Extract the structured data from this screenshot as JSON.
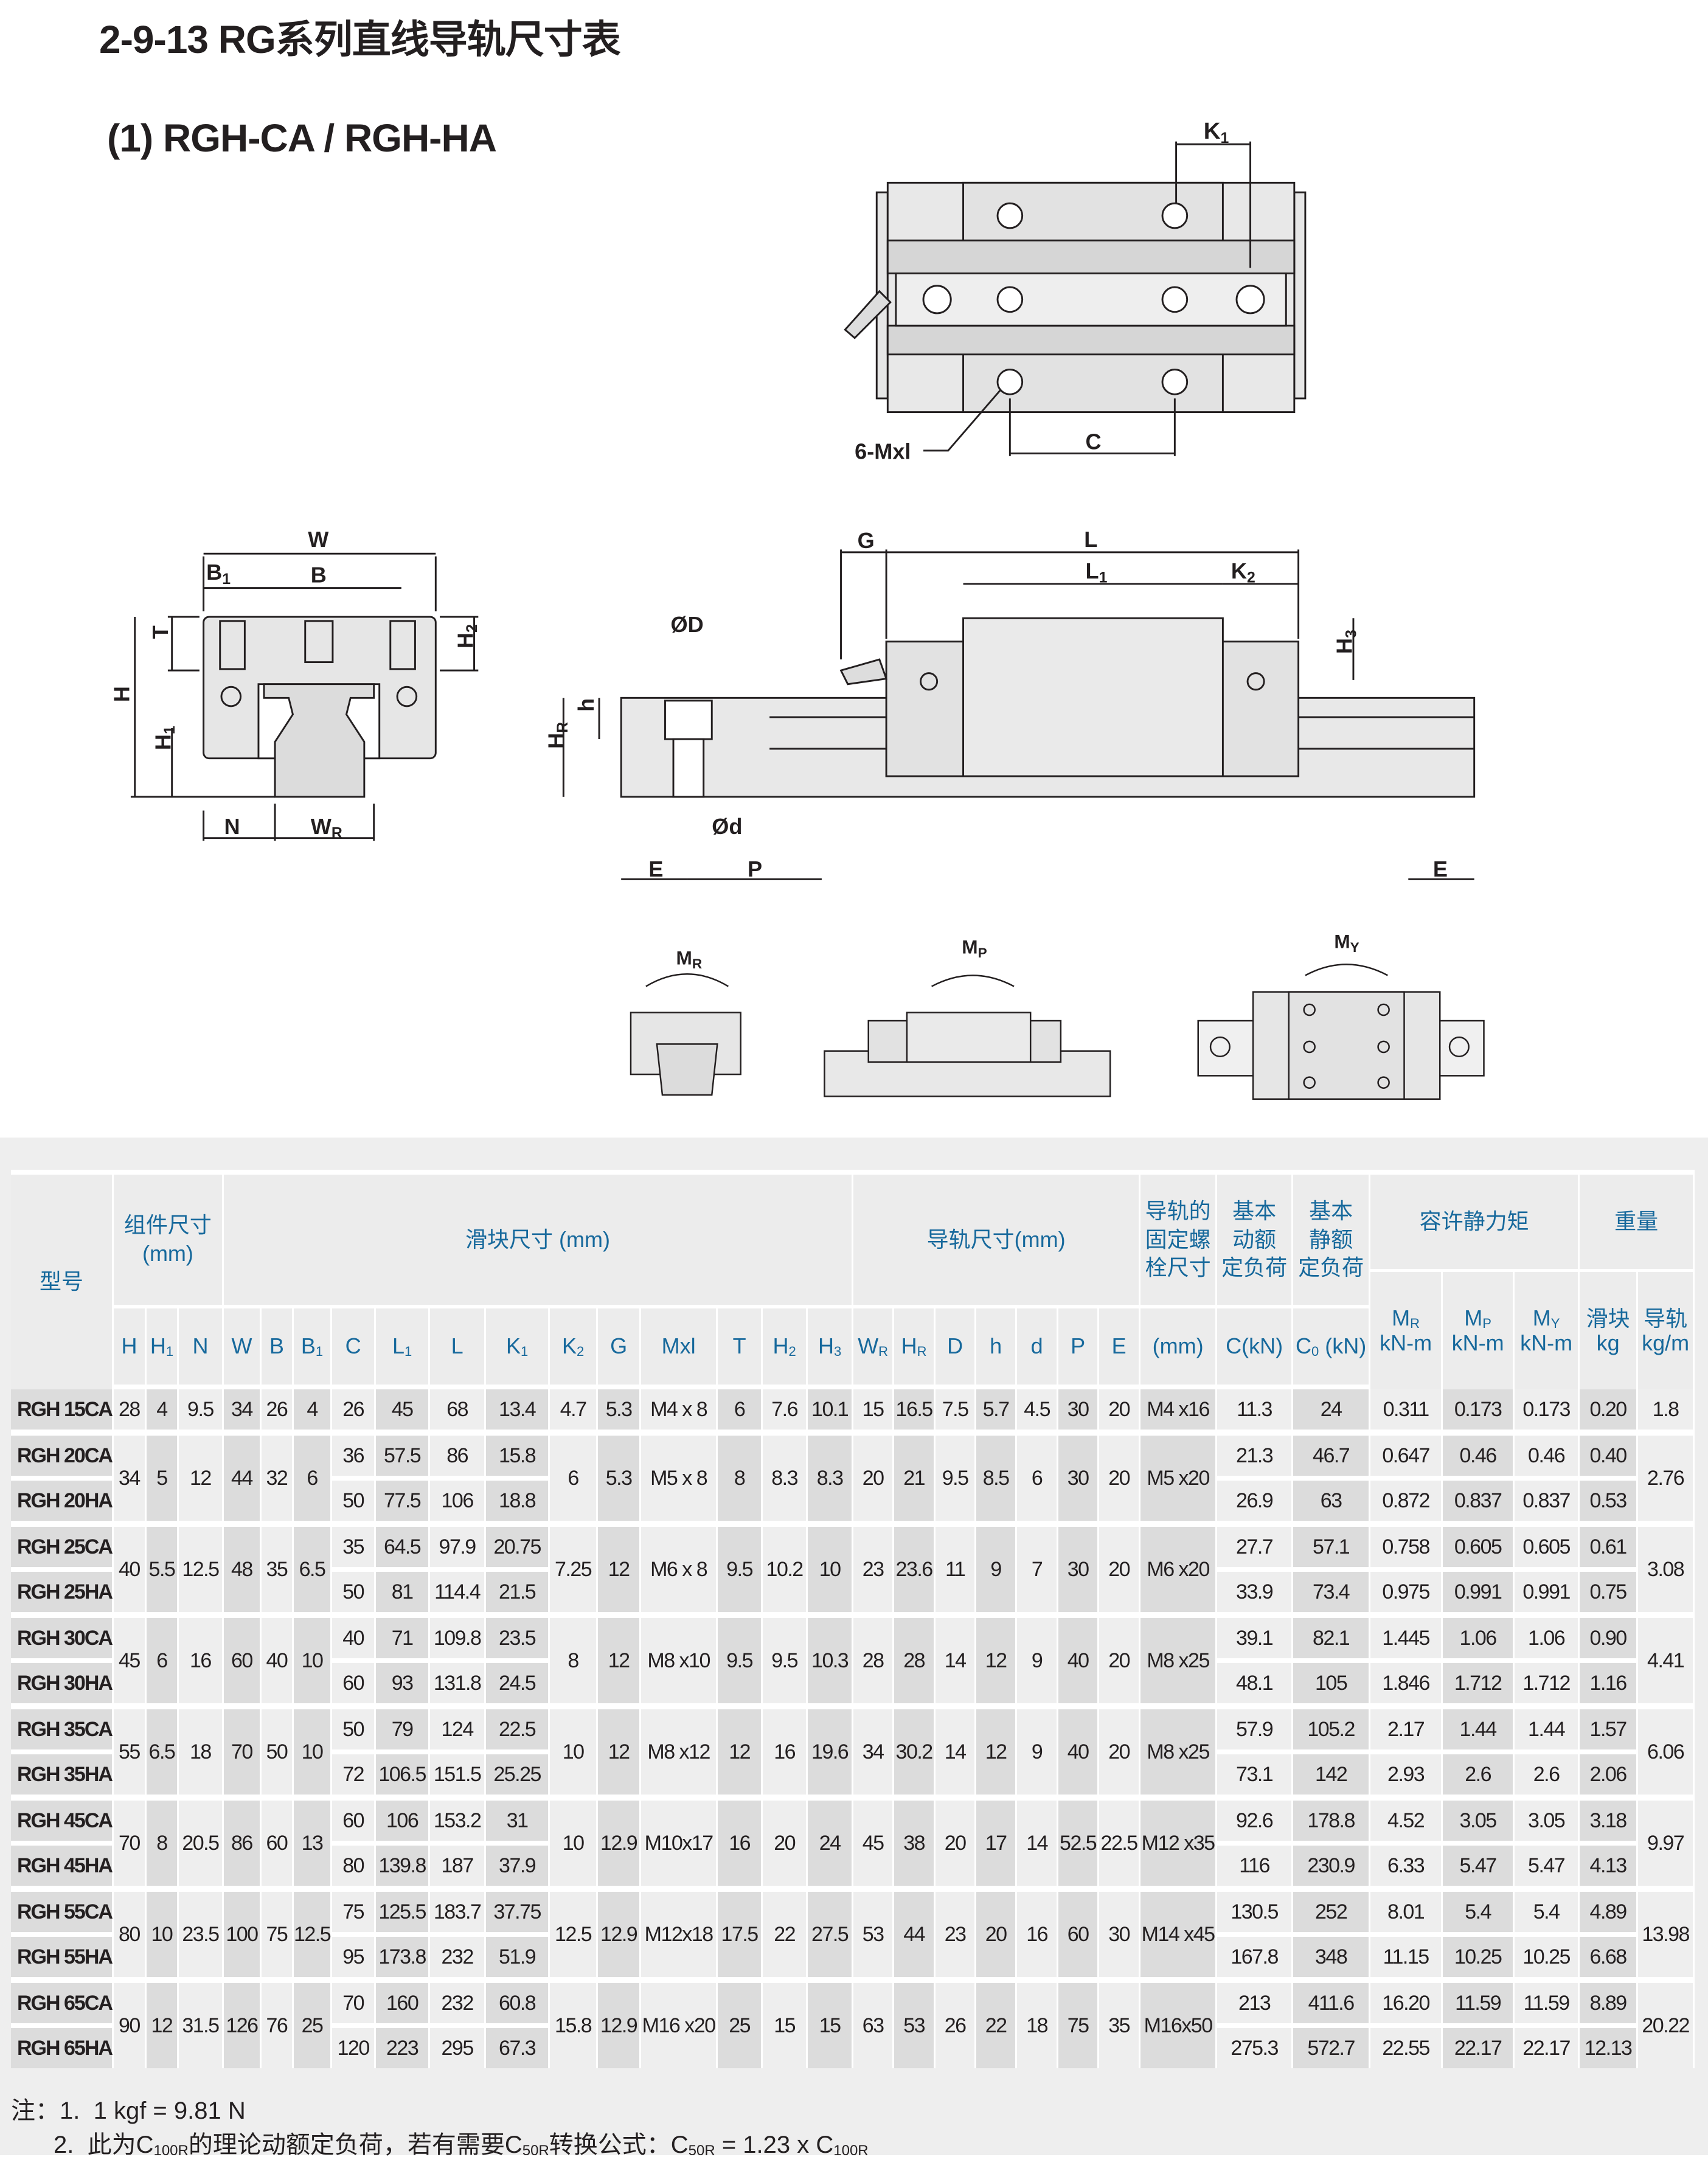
{
  "header": {
    "title": "2-9-13 RG系列直线导轨尺寸表",
    "subtitle": "(1) RGH-CA / RGH-HA"
  },
  "drawings": {
    "top_view": {
      "k1": "K",
      "k1_sub": "1",
      "holes": "6-Mxl",
      "c": "C"
    },
    "front_view": {
      "w": "W",
      "b1": "B",
      "b1_sub": "1",
      "b": "B",
      "t": "T",
      "h2": "H",
      "h2_sub": "2",
      "h": "H",
      "h1": "H",
      "h1_sub": "1",
      "n": "N",
      "wr": "W",
      "wr_sub": "R"
    },
    "side_view": {
      "od": "ØD",
      "h": "h",
      "hr": "H",
      "hr_sub": "R",
      "od_small": "Ød",
      "e_left": "E",
      "p": "P",
      "g": "G",
      "l": "L",
      "l1": "L",
      "l1_sub": "1",
      "k2": "K",
      "k2_sub": "2",
      "h3": "H",
      "h3_sub": "3",
      "e_right": "E"
    },
    "moments": {
      "mr": "M",
      "mr_sub": "R",
      "mp": "M",
      "mp_sub": "P",
      "my": "M",
      "my_sub": "Y"
    }
  },
  "table": {
    "head": {
      "model": "型号",
      "assembly": "组件尺寸\n(mm)",
      "block": "滑块尺寸 (mm)",
      "rail": "导轨尺寸(mm)",
      "bolt": "导轨的\n固定螺\n栓尺寸",
      "dynamic": "基本\n动额\n定负荷",
      "static": "基本\n静额\n定负荷",
      "moment": "容许静力矩",
      "weight": "重量"
    },
    "columns": [
      {
        "t": "H",
        "sub": "",
        "after": ""
      },
      {
        "t": "H",
        "sub": "1",
        "after": ""
      },
      {
        "t": "N",
        "sub": "",
        "after": ""
      },
      {
        "t": "W",
        "sub": "",
        "after": ""
      },
      {
        "t": "B",
        "sub": "",
        "after": ""
      },
      {
        "t": "B",
        "sub": "1",
        "after": ""
      },
      {
        "t": "C",
        "sub": "",
        "after": ""
      },
      {
        "t": "L",
        "sub": "1",
        "after": ""
      },
      {
        "t": "L",
        "sub": "",
        "after": ""
      },
      {
        "t": "K",
        "sub": "1",
        "after": ""
      },
      {
        "t": "K",
        "sub": "2",
        "after": ""
      },
      {
        "t": "G",
        "sub": "",
        "after": ""
      },
      {
        "t": "Mxl",
        "sub": "",
        "after": ""
      },
      {
        "t": "T",
        "sub": "",
        "after": ""
      },
      {
        "t": "H",
        "sub": "2",
        "after": ""
      },
      {
        "t": "H",
        "sub": "3",
        "after": ""
      },
      {
        "t": "W",
        "sub": "R",
        "after": ""
      },
      {
        "t": "H",
        "sub": "R",
        "after": ""
      },
      {
        "t": "D",
        "sub": "",
        "after": ""
      },
      {
        "t": "h",
        "sub": "",
        "after": ""
      },
      {
        "t": "d",
        "sub": "",
        "after": ""
      },
      {
        "t": "P",
        "sub": "",
        "after": ""
      },
      {
        "t": "E",
        "sub": "",
        "after": ""
      },
      {
        "t": "(mm)",
        "sub": "",
        "after": ""
      },
      {
        "t": "C(kN)",
        "sub": "",
        "after": ""
      },
      {
        "t": "C",
        "sub": "0",
        "after": " (kN)"
      }
    ],
    "moment_cols": [
      {
        "t": "M",
        "sub": "R",
        "unit": "kN-m"
      },
      {
        "t": "M",
        "sub": "P",
        "unit": "kN-m"
      },
      {
        "t": "M",
        "sub": "Y",
        "unit": "kN-m"
      }
    ],
    "weight_cols": [
      {
        "t": "滑块",
        "unit": "kg"
      },
      {
        "t": "导轨",
        "unit": "kg/m"
      }
    ],
    "groups": [
      {
        "H": "28",
        "H1": "4",
        "N": "9.5",
        "W": "34",
        "B": "26",
        "B1": "4",
        "K2": "4.7",
        "G": "5.3",
        "Mxl": "M4 x 8",
        "T": "6",
        "H2": "7.6",
        "H3": "10.1",
        "WR": "15",
        "HR": "16.5",
        "D": "7.5",
        "h": "5.7",
        "d": "4.5",
        "P": "30",
        "E": "20",
        "bolt": "M4 x16",
        "rail_kg_m": "1.8",
        "variants": [
          {
            "model": "RGH 15CA",
            "C": "26",
            "L1": "45",
            "L": "68",
            "K1": "13.4",
            "C_dyn": "11.3",
            "C0": "24",
            "MR": "0.311",
            "MP": "0.173",
            "MY": "0.173",
            "block_kg": "0.20"
          }
        ]
      },
      {
        "H": "34",
        "H1": "5",
        "N": "12",
        "W": "44",
        "B": "32",
        "B1": "6",
        "K2": "6",
        "G": "5.3",
        "Mxl": "M5 x 8",
        "T": "8",
        "H2": "8.3",
        "H3": "8.3",
        "WR": "20",
        "HR": "21",
        "D": "9.5",
        "h": "8.5",
        "d": "6",
        "P": "30",
        "E": "20",
        "bolt": "M5 x20",
        "rail_kg_m": "2.76",
        "variants": [
          {
            "model": "RGH 20CA",
            "C": "36",
            "L1": "57.5",
            "L": "86",
            "K1": "15.8",
            "C_dyn": "21.3",
            "C0": "46.7",
            "MR": "0.647",
            "MP": "0.46",
            "MY": "0.46",
            "block_kg": "0.40"
          },
          {
            "model": "RGH 20HA",
            "C": "50",
            "L1": "77.5",
            "L": "106",
            "K1": "18.8",
            "C_dyn": "26.9",
            "C0": "63",
            "MR": "0.872",
            "MP": "0.837",
            "MY": "0.837",
            "block_kg": "0.53"
          }
        ]
      },
      {
        "H": "40",
        "H1": "5.5",
        "N": "12.5",
        "W": "48",
        "B": "35",
        "B1": "6.5",
        "K2": "7.25",
        "G": "12",
        "Mxl": "M6 x 8",
        "T": "9.5",
        "H2": "10.2",
        "H3": "10",
        "WR": "23",
        "HR": "23.6",
        "D": "11",
        "h": "9",
        "d": "7",
        "P": "30",
        "E": "20",
        "bolt": "M6 x20",
        "rail_kg_m": "3.08",
        "variants": [
          {
            "model": "RGH 25CA",
            "C": "35",
            "L1": "64.5",
            "L": "97.9",
            "K1": "20.75",
            "C_dyn": "27.7",
            "C0": "57.1",
            "MR": "0.758",
            "MP": "0.605",
            "MY": "0.605",
            "block_kg": "0.61"
          },
          {
            "model": "RGH 25HA",
            "C": "50",
            "L1": "81",
            "L": "114.4",
            "K1": "21.5",
            "C_dyn": "33.9",
            "C0": "73.4",
            "MR": "0.975",
            "MP": "0.991",
            "MY": "0.991",
            "block_kg": "0.75"
          }
        ]
      },
      {
        "H": "45",
        "H1": "6",
        "N": "16",
        "W": "60",
        "B": "40",
        "B1": "10",
        "K2": "8",
        "G": "12",
        "Mxl": "M8 x10",
        "T": "9.5",
        "H2": "9.5",
        "H3": "10.3",
        "WR": "28",
        "HR": "28",
        "D": "14",
        "h": "12",
        "d": "9",
        "P": "40",
        "E": "20",
        "bolt": "M8 x25",
        "rail_kg_m": "4.41",
        "variants": [
          {
            "model": "RGH 30CA",
            "C": "40",
            "L1": "71",
            "L": "109.8",
            "K1": "23.5",
            "C_dyn": "39.1",
            "C0": "82.1",
            "MR": "1.445",
            "MP": "1.06",
            "MY": "1.06",
            "block_kg": "0.90"
          },
          {
            "model": "RGH 30HA",
            "C": "60",
            "L1": "93",
            "L": "131.8",
            "K1": "24.5",
            "C_dyn": "48.1",
            "C0": "105",
            "MR": "1.846",
            "MP": "1.712",
            "MY": "1.712",
            "block_kg": "1.16"
          }
        ]
      },
      {
        "H": "55",
        "H1": "6.5",
        "N": "18",
        "W": "70",
        "B": "50",
        "B1": "10",
        "K2": "10",
        "G": "12",
        "Mxl": "M8 x12",
        "T": "12",
        "H2": "16",
        "H3": "19.6",
        "WR": "34",
        "HR": "30.2",
        "D": "14",
        "h": "12",
        "d": "9",
        "P": "40",
        "E": "20",
        "bolt": "M8 x25",
        "rail_kg_m": "6.06",
        "variants": [
          {
            "model": "RGH 35CA",
            "C": "50",
            "L1": "79",
            "L": "124",
            "K1": "22.5",
            "C_dyn": "57.9",
            "C0": "105.2",
            "MR": "2.17",
            "MP": "1.44",
            "MY": "1.44",
            "block_kg": "1.57"
          },
          {
            "model": "RGH 35HA",
            "C": "72",
            "L1": "106.5",
            "L": "151.5",
            "K1": "25.25",
            "C_dyn": "73.1",
            "C0": "142",
            "MR": "2.93",
            "MP": "2.6",
            "MY": "2.6",
            "block_kg": "2.06"
          }
        ]
      },
      {
        "H": "70",
        "H1": "8",
        "N": "20.5",
        "W": "86",
        "B": "60",
        "B1": "13",
        "K2": "10",
        "G": "12.9",
        "Mxl": "M10x17",
        "T": "16",
        "H2": "20",
        "H3": "24",
        "WR": "45",
        "HR": "38",
        "D": "20",
        "h": "17",
        "d": "14",
        "P": "52.5",
        "E": "22.5",
        "bolt": "M12 x35",
        "rail_kg_m": "9.97",
        "variants": [
          {
            "model": "RGH 45CA",
            "C": "60",
            "L1": "106",
            "L": "153.2",
            "K1": "31",
            "C_dyn": "92.6",
            "C0": "178.8",
            "MR": "4.52",
            "MP": "3.05",
            "MY": "3.05",
            "block_kg": "3.18"
          },
          {
            "model": "RGH 45HA",
            "C": "80",
            "L1": "139.8",
            "L": "187",
            "K1": "37.9",
            "C_dyn": "116",
            "C0": "230.9",
            "MR": "6.33",
            "MP": "5.47",
            "MY": "5.47",
            "block_kg": "4.13"
          }
        ]
      },
      {
        "H": "80",
        "H1": "10",
        "N": "23.5",
        "W": "100",
        "B": "75",
        "B1": "12.5",
        "K2": "12.5",
        "G": "12.9",
        "Mxl": "M12x18",
        "T": "17.5",
        "H2": "22",
        "H3": "27.5",
        "WR": "53",
        "HR": "44",
        "D": "23",
        "h": "20",
        "d": "16",
        "P": "60",
        "E": "30",
        "bolt": "M14 x45",
        "rail_kg_m": "13.98",
        "variants": [
          {
            "model": "RGH 55CA",
            "C": "75",
            "L1": "125.5",
            "L": "183.7",
            "K1": "37.75",
            "C_dyn": "130.5",
            "C0": "252",
            "MR": "8.01",
            "MP": "5.4",
            "MY": "5.4",
            "block_kg": "4.89"
          },
          {
            "model": "RGH 55HA",
            "C": "95",
            "L1": "173.8",
            "L": "232",
            "K1": "51.9",
            "C_dyn": "167.8",
            "C0": "348",
            "MR": "11.15",
            "MP": "10.25",
            "MY": "10.25",
            "block_kg": "6.68"
          }
        ]
      },
      {
        "H": "90",
        "H1": "12",
        "N": "31.5",
        "W": "126",
        "B": "76",
        "B1": "25",
        "K2": "15.8",
        "G": "12.9",
        "Mxl": "M16 x20",
        "T": "25",
        "H2": "15",
        "H3": "15",
        "WR": "63",
        "HR": "53",
        "D": "26",
        "h": "22",
        "d": "18",
        "P": "75",
        "E": "35",
        "bolt": "M16x50",
        "rail_kg_m": "20.22",
        "variants": [
          {
            "model": "RGH 65CA",
            "C": "70",
            "L1": "160",
            "L": "232",
            "K1": "60.8",
            "C_dyn": "213",
            "C0": "411.6",
            "MR": "16.20",
            "MP": "11.59",
            "MY": "11.59",
            "block_kg": "8.89"
          },
          {
            "model": "RGH 65HA",
            "C": "120",
            "L1": "223",
            "L": "295",
            "K1": "67.3",
            "C_dyn": "275.3",
            "C0": "572.7",
            "MR": "22.55",
            "MP": "22.17",
            "MY": "22.17",
            "block_kg": "12.13"
          }
        ]
      }
    ]
  },
  "notes": {
    "prefix": "注：1.",
    "note1": "1 kgf = 9.81 N",
    "n2_num": "2.",
    "n2_a": "此为C",
    "n2_sub1": "100R",
    "n2_b": "的理论动额定负荷，若有需要C",
    "n2_sub2": "50R",
    "n2_c": "转换公式：C",
    "n2_sub3": "50R",
    "n2_d": " = 1.23 x C",
    "n2_sub4": "100R"
  },
  "colors": {
    "header_text": "#17699c",
    "table_bg": "#eeeeee",
    "column_shade": "#dcdcdc"
  }
}
